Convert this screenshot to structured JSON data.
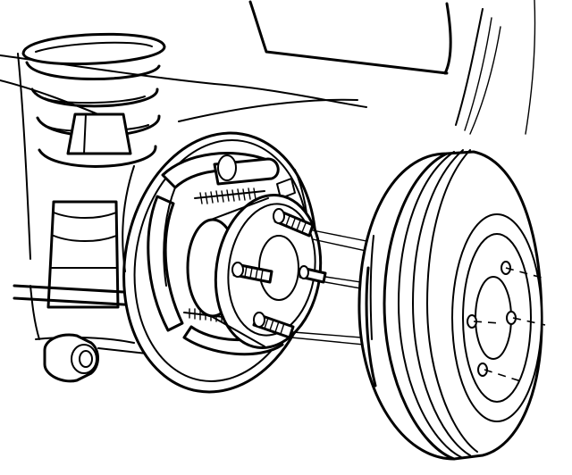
{
  "diagram": {
    "parts": [
      {
        "id": "coil-spring",
        "icon": "coil-spring-icon"
      },
      {
        "id": "shock-absorber",
        "icon": "shock-absorber-icon"
      },
      {
        "id": "axle-beam",
        "icon": "axle-beam-icon"
      },
      {
        "id": "mounting-bolt",
        "icon": "bolt-icon"
      },
      {
        "id": "brake-backing-plate",
        "icon": "backing-plate-icon"
      },
      {
        "id": "brake-shoes",
        "icon": "brake-shoe-icon"
      },
      {
        "id": "return-spring",
        "icon": "spring-icon"
      },
      {
        "id": "wheel-cylinder",
        "icon": "wheel-cylinder-icon"
      },
      {
        "id": "hub-flange",
        "icon": "hub-icon"
      },
      {
        "id": "wheel-studs",
        "icon": "stud-icon",
        "count": 4
      },
      {
        "id": "brake-drum",
        "icon": "brake-drum-icon"
      }
    ],
    "line_color": "#000000",
    "background_color": "#ffffff"
  }
}
